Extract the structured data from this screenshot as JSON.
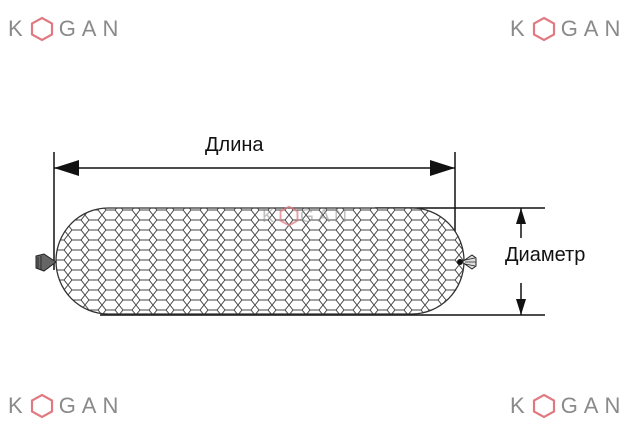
{
  "watermark": {
    "brand_prefix": "K",
    "brand_suffix": "GAN",
    "hex_color": "#e07a82",
    "text_color": "#8a8a8a"
  },
  "diagram": {
    "length_label": "Длина",
    "diameter_label": "Диаметр",
    "subject": "mesh-wrapped cylindrical casing (sausage shape) with tied ends"
  }
}
